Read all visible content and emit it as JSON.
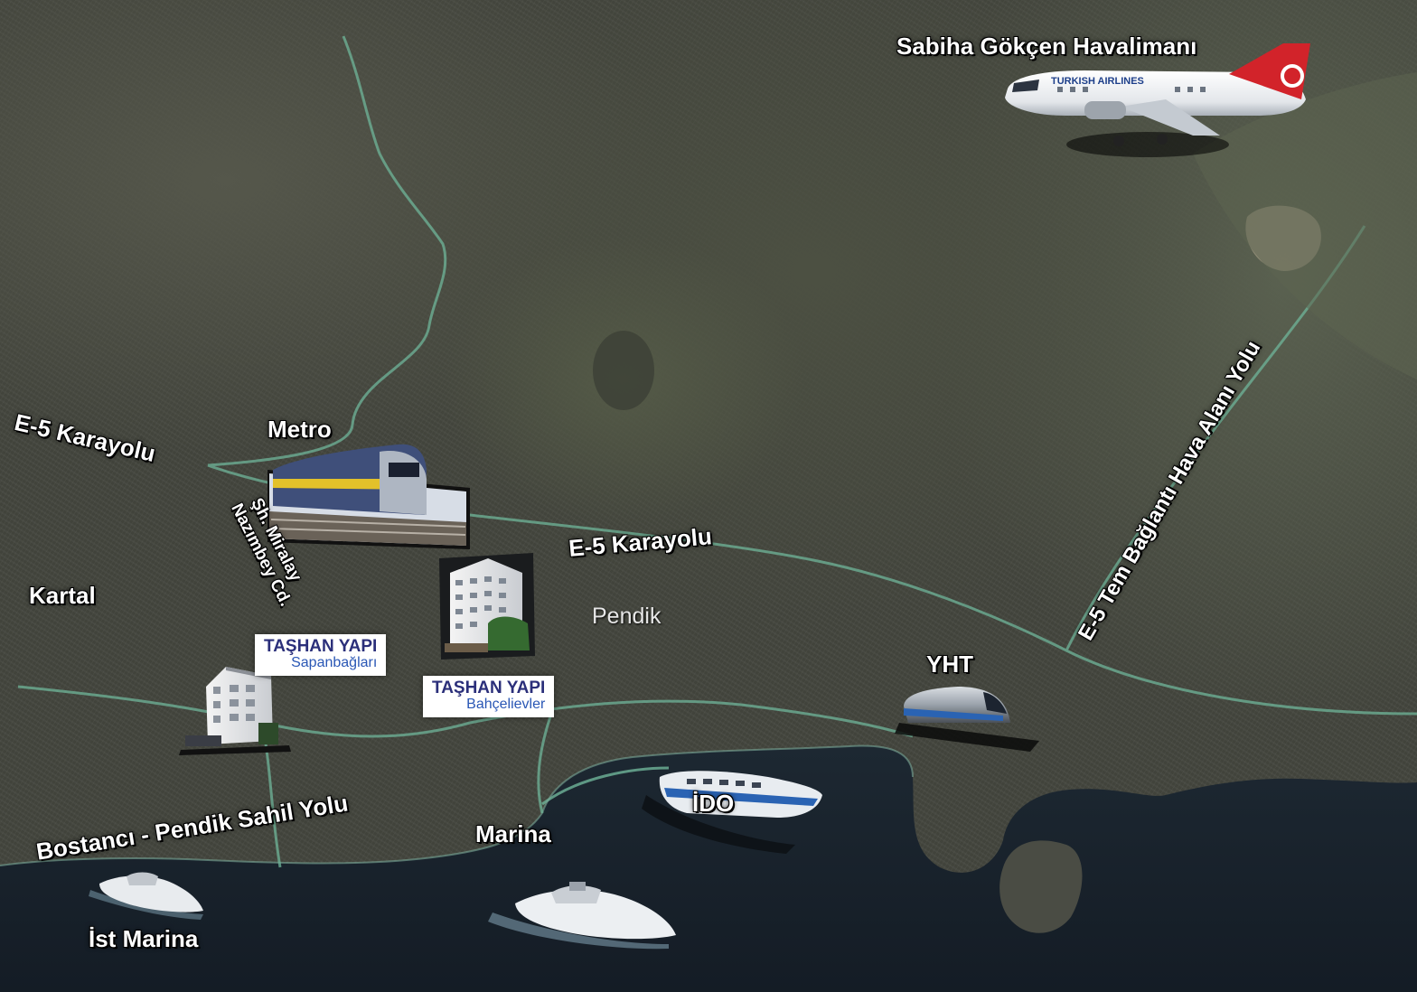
{
  "map": {
    "labels": {
      "airport": "Sabiha Gökçen Havalimanı",
      "e5_west": "E-5 Karayolu",
      "e5_center": "E-5 Karayolu",
      "metro": "Metro",
      "street_line1": "Şh. Miralay",
      "street_line2": "Nazımbey Cd.",
      "kartal": "Kartal",
      "pendik": "Pendik",
      "connector_road": "E-5 Tem Bağlantı Hava Alanı Yolu",
      "yht": "YHT",
      "ido": "İDO",
      "marina": "Marina",
      "coastal_road": "Bostancı - Pendik Sahil Yolu",
      "ist_marina": "İst Marina"
    },
    "projects": [
      {
        "brand": "TAŞHAN YAPI",
        "location": "Sapanbağları"
      },
      {
        "brand": "TAŞHAN YAPI",
        "location": "Bahçelievler"
      }
    ],
    "airline_livery": "TURKISH AIRLINES",
    "colors": {
      "sea": "#17212b",
      "land": "#45473f",
      "road_route": "#6fb59a",
      "label_text": "#ffffff",
      "brand_navy": "#2b2f7a",
      "brand_blue": "#2a57b5",
      "airline_red": "#d2232a"
    }
  }
}
